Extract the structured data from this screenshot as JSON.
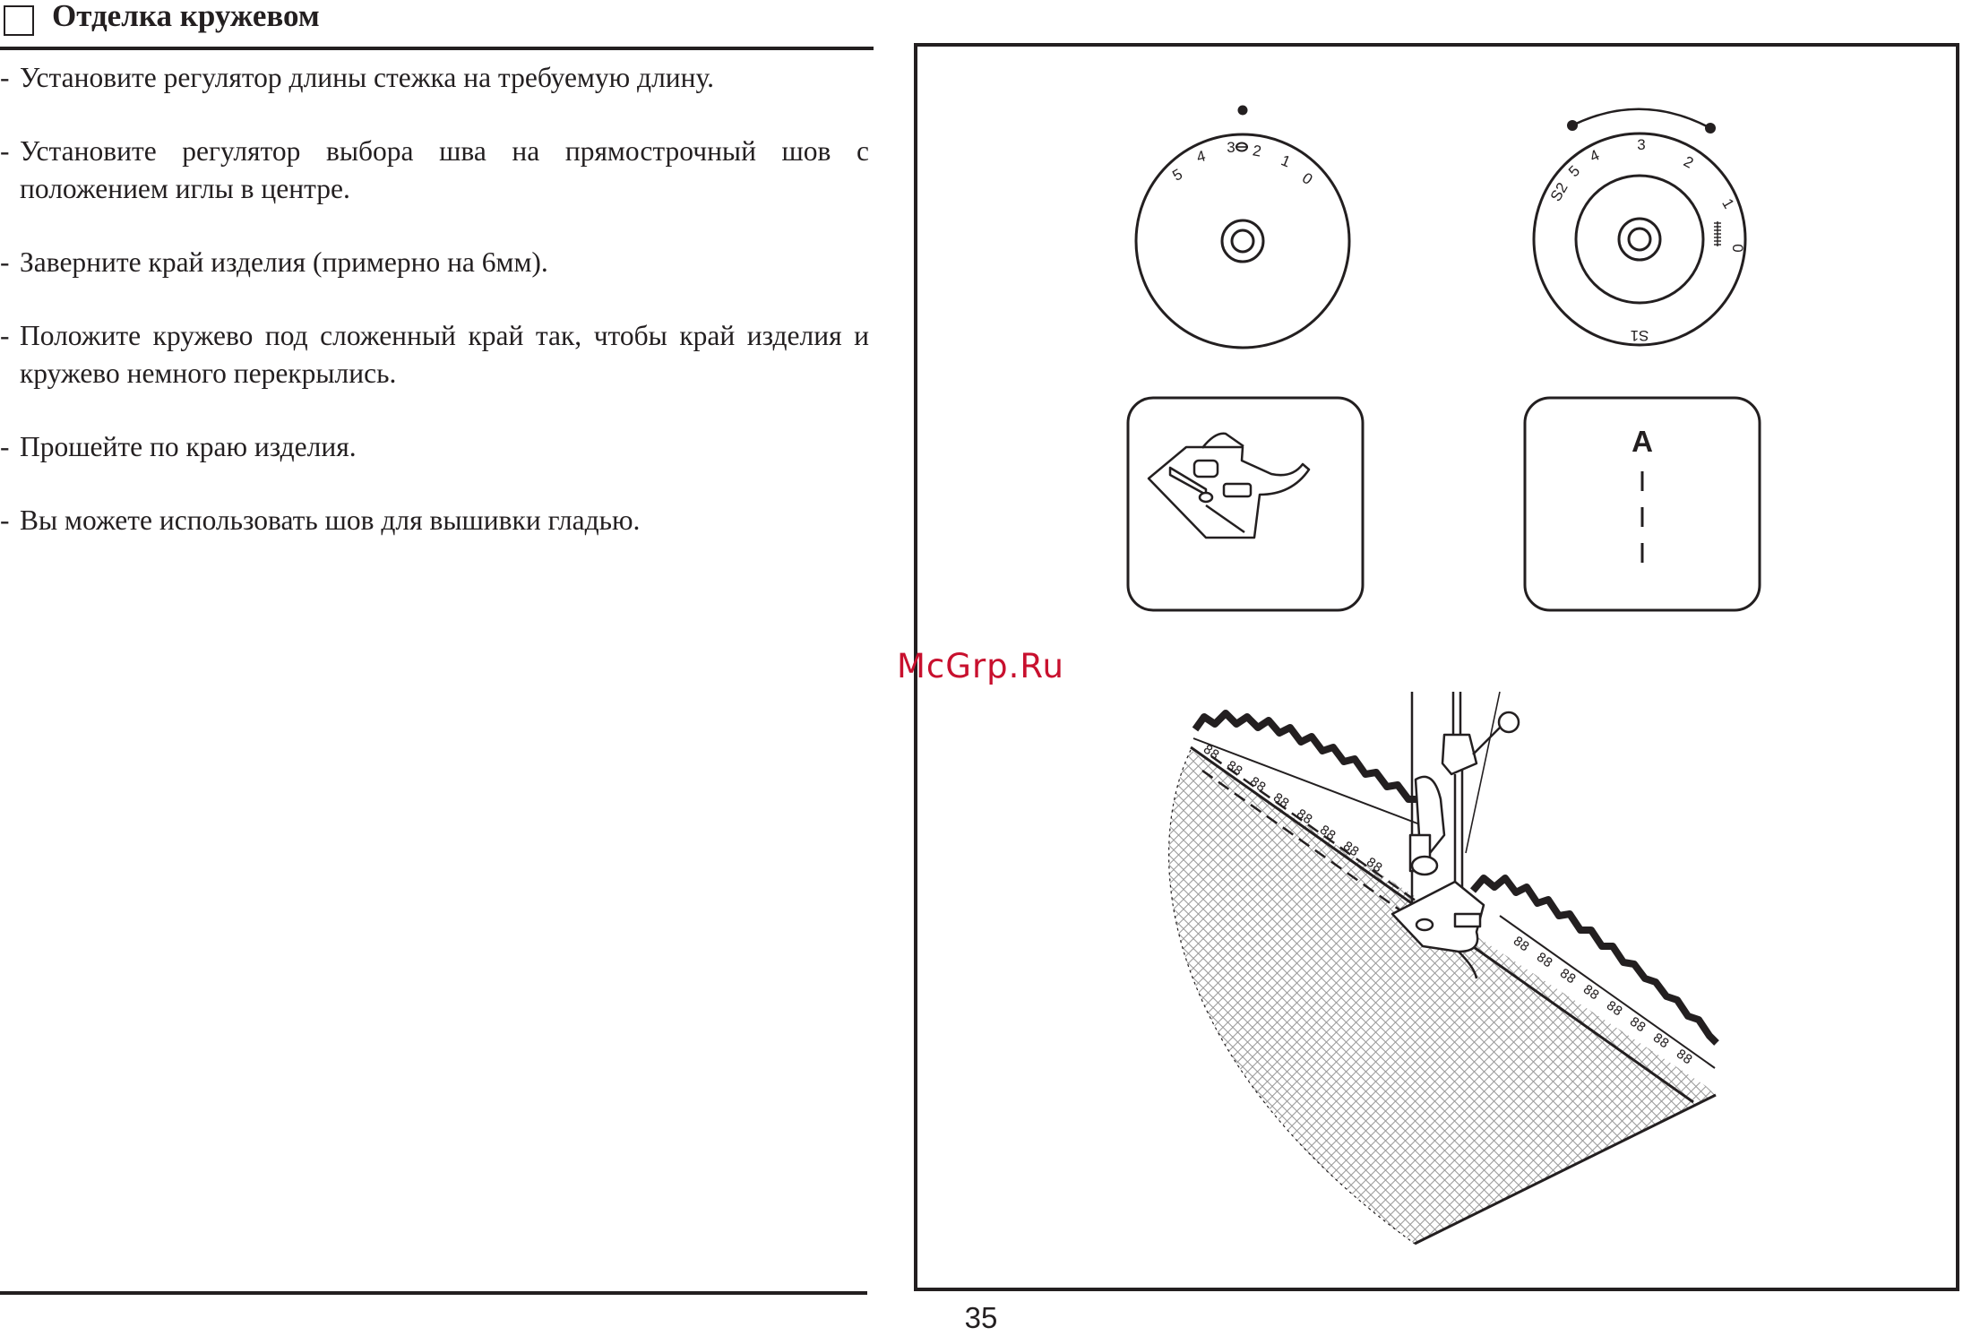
{
  "header": {
    "title": "Отделка кружевом"
  },
  "steps": [
    {
      "bullet": "-",
      "text": "Установите регулятор длины стежка на требуемую длину."
    },
    {
      "bullet": "-",
      "text": "Установите регулятор выбора шва на прямострочный шов с положением иглы в центре."
    },
    {
      "bullet": "-",
      "text": "Заверните край изделия (примерно на 6мм)."
    },
    {
      "bullet": "-",
      "text": "Положите кружево под сложенный край так, чтобы край изделия и кружево немного перекрылись."
    },
    {
      "bullet": "-",
      "text": "Прошейте по краю изделия."
    },
    {
      "bullet": "-",
      "text": "Вы можете использовать шов для вышивки гладью."
    }
  ],
  "stitch_length_dial": {
    "labels": [
      "5",
      "4",
      "3",
      "2",
      "1",
      "0"
    ]
  },
  "pattern_dial": {
    "labels": [
      "S2",
      "5",
      "4",
      "3",
      "2",
      "1",
      "0",
      "S1"
    ]
  },
  "pattern_box": {
    "letter": "A"
  },
  "lace_marks": "88",
  "watermark": "McGrp.Ru",
  "footer": {
    "page_number": "35"
  }
}
